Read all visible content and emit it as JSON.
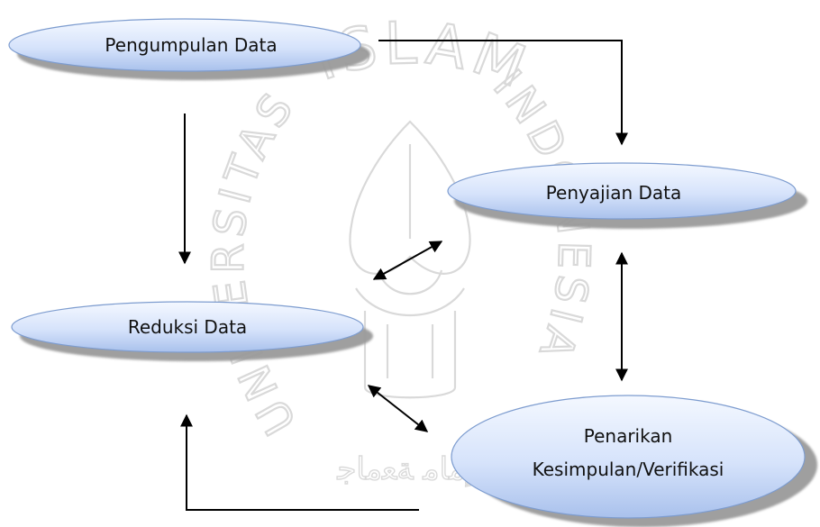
{
  "nodes": {
    "pengumpulan": {
      "label": "Pengumpulan Data"
    },
    "penyajian": {
      "label": "Penyajian Data"
    },
    "reduksi": {
      "label": "Reduksi Data"
    },
    "penarikan": {
      "label_line1": "Penarikan",
      "label_line2": "Kesimpulan/Verifikasi"
    }
  },
  "watermark": {
    "arc_top": "ISLAM",
    "arc_right": "INDONESIA",
    "arc_left": "UNIVERSITAS",
    "script": "ﻹﻣﺎﻣ ﺔﻌﻣﺎﺟ"
  },
  "colors": {
    "ellipse_light": "#f3f7ff",
    "ellipse_mid": "#cddcf6",
    "ellipse_dark": "#9bb7e8",
    "ellipse_stroke": "#7d9ccf",
    "shadow": "#9a9a9a",
    "arrow": "#000000"
  }
}
